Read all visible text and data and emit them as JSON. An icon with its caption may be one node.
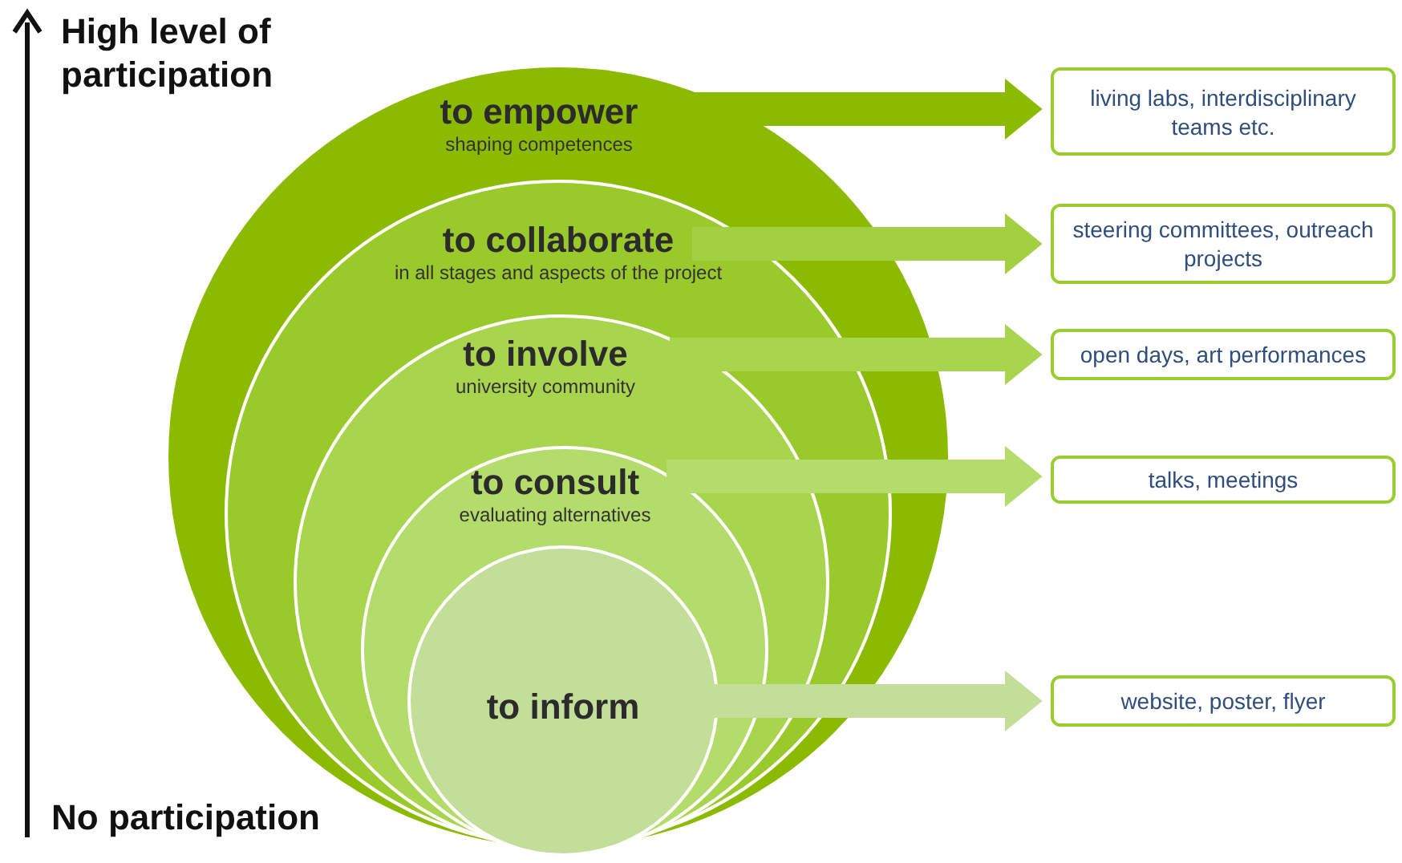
{
  "diagram": {
    "nodes": [
      {
        "text": [
          "to empower",
          "shaping competences"
        ]
      },
      {
        "text": [
          "to collaborate",
          "in all stages and aspects of the project"
        ],
        "in": 0
      },
      {
        "text": [
          "to involve",
          "university community"
        ],
        "in": 1
      },
      {
        "text": [
          "to consult",
          "evaluating alternatives"
        ],
        "in": 2
      },
      {
        "text": [
          "to inform"
        ],
        "in": 3
      },
      {
        "text": [
          "living labs, interdisciplinary teams etc."
        ]
      },
      {
        "text": [
          "steering committees, outreach projects"
        ]
      },
      {
        "text": [
          "open days, art performances"
        ]
      },
      {
        "text": [
          "talks, meetings"
        ]
      },
      {
        "text": [
          "website, poster, flyer"
        ]
      }
    ],
    "edges": [
      {
        "from": 0,
        "to": 5,
        "arrow": "to",
        "style": "thick",
        "color": "#8cba00"
      },
      {
        "from": 1,
        "to": 6,
        "arrow": "to",
        "style": "thick",
        "color": "#a3d043"
      },
      {
        "from": 2,
        "to": 7,
        "arrow": "to",
        "style": "thick",
        "color": "#a8d54d"
      },
      {
        "from": 3,
        "to": 8,
        "arrow": "to",
        "style": "thick",
        "color": "#b3dc6a"
      },
      {
        "from": 4,
        "to": 9,
        "arrow": "to",
        "style": "thick",
        "color": "#c3de99"
      }
    ],
    "labels": [
      "High level of participation",
      "No participation"
    ]
  }
}
